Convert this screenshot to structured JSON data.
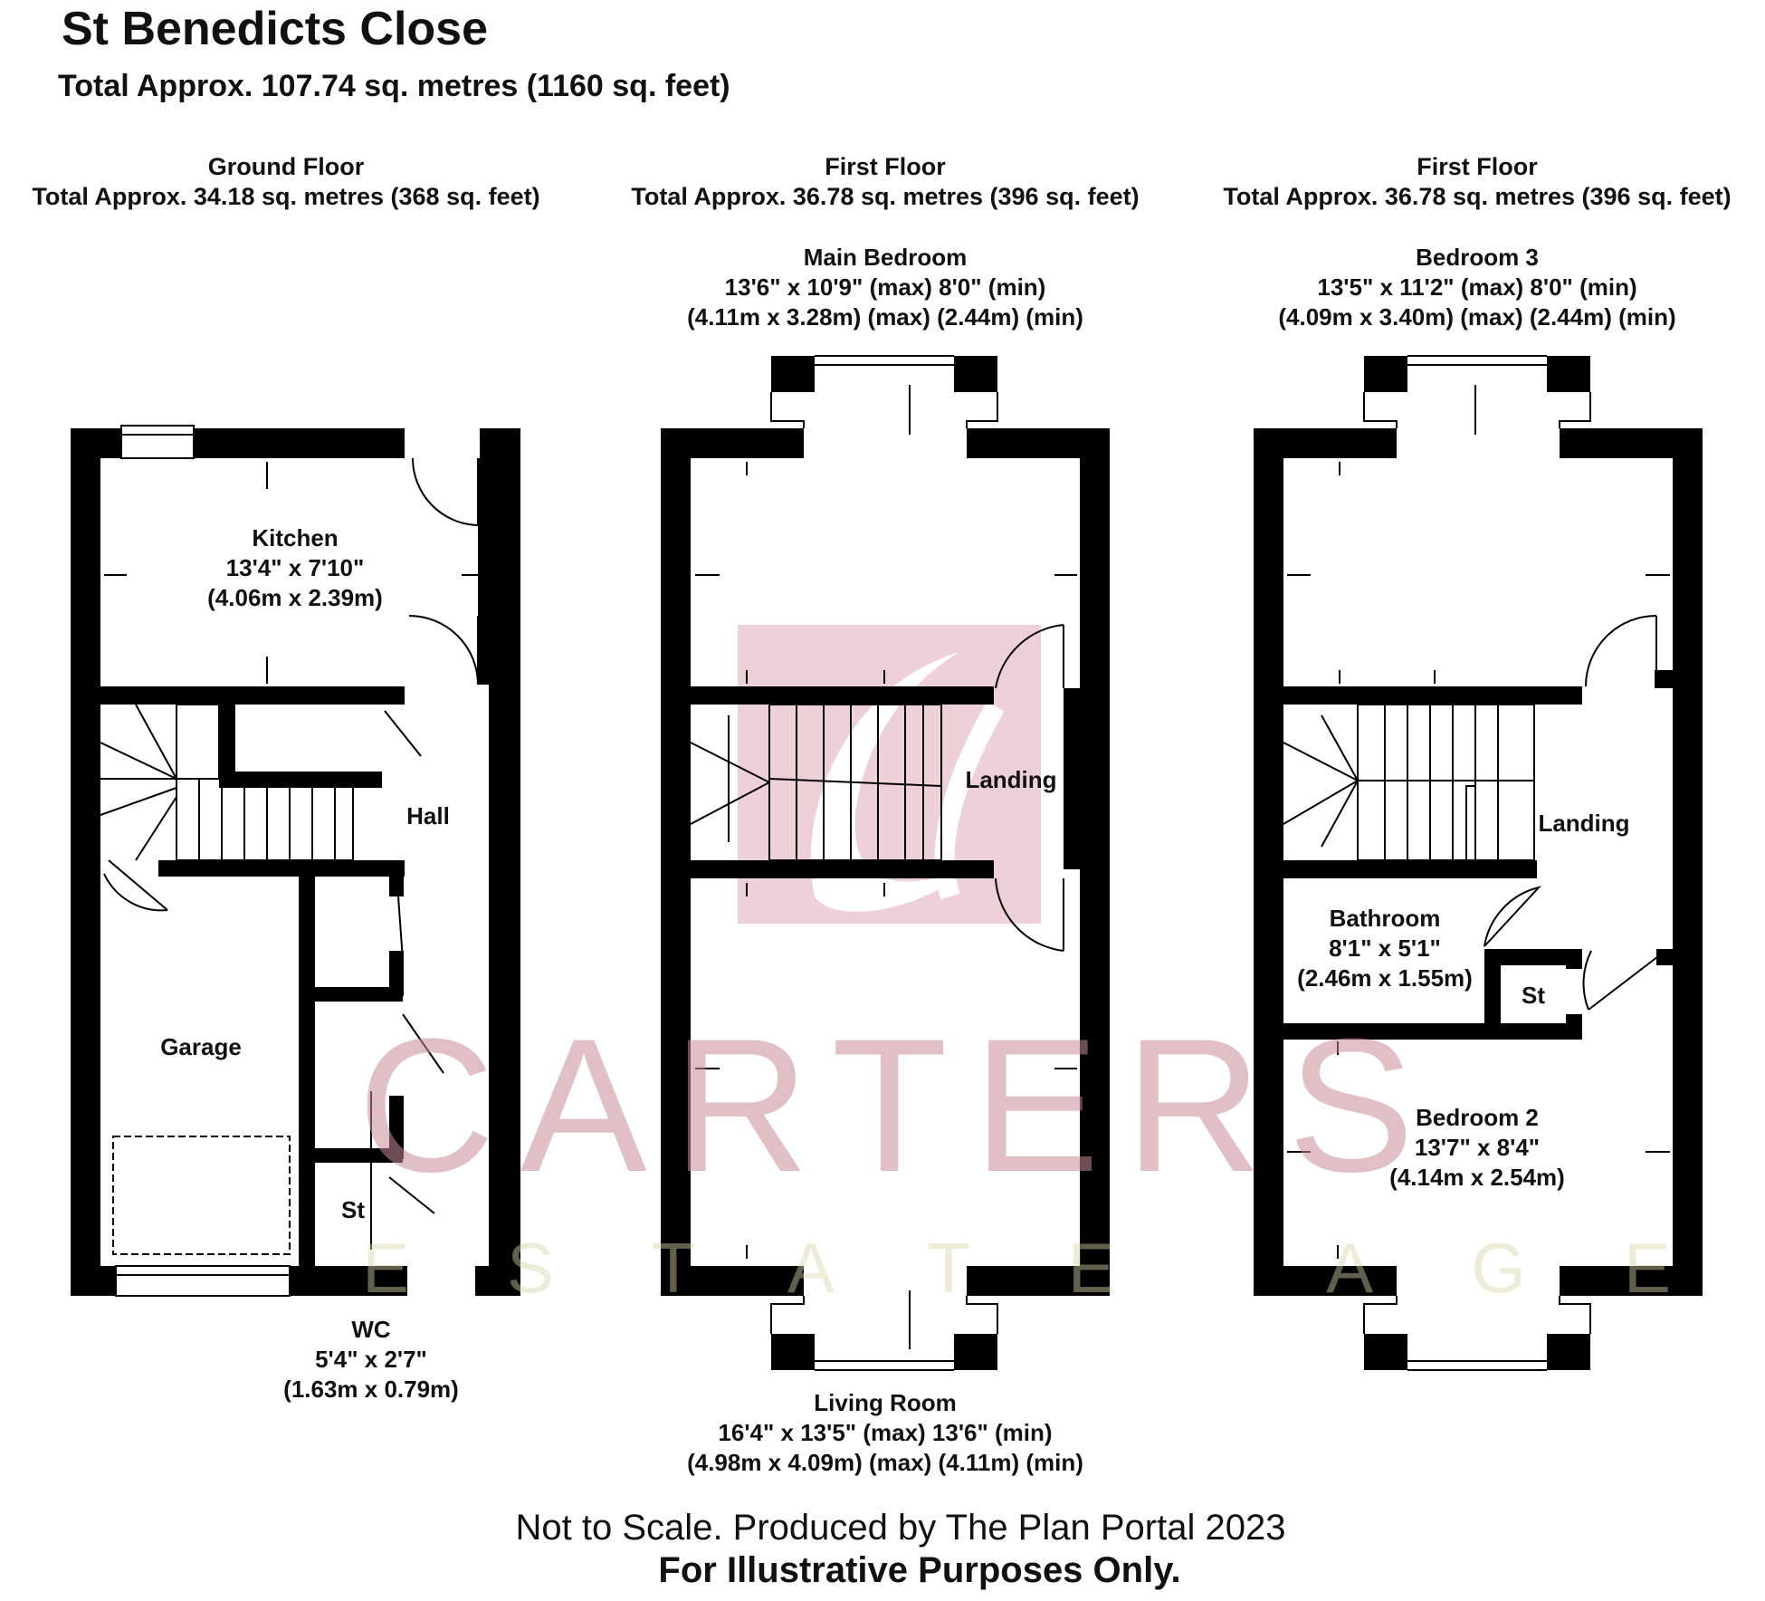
{
  "title": "St Benedicts Close",
  "total_area": "Total Approx. 107.74 sq. metres (1160 sq. feet)",
  "floors": [
    {
      "name": "Ground Floor",
      "area": "Total Approx. 34.18 sq. metres (368 sq. feet)"
    },
    {
      "name": "First Floor",
      "area": "Total Approx. 36.78 sq. metres (396 sq. feet)"
    },
    {
      "name": "First Floor",
      "area": "Total Approx. 36.78 sq. metres (396 sq. feet)"
    }
  ],
  "rooms": {
    "kitchen": {
      "name": "Kitchen",
      "imperial": "13'4\" x 7'10\"",
      "metric": "(4.06m x 2.39m)"
    },
    "hall": {
      "name": "Hall"
    },
    "garage": {
      "name": "Garage"
    },
    "store_ground": {
      "name": "St"
    },
    "wc": {
      "name": "WC",
      "imperial": "5'4\" x 2'7\"",
      "metric": "(1.63m x 0.79m)"
    },
    "main_bedroom": {
      "name": "Main Bedroom",
      "imperial": "13'6\" x 10'9\" (max) 8'0\" (min)",
      "metric": "(4.11m x 3.28m) (max) (2.44m) (min)"
    },
    "landing_1": {
      "name": "Landing"
    },
    "living_room": {
      "name": "Living Room",
      "imperial": "16'4\" x 13'5\" (max) 13'6\" (min)",
      "metric": "(4.98m x 4.09m) (max) (4.11m) (min)"
    },
    "bedroom_3": {
      "name": "Bedroom 3",
      "imperial": "13'5\" x 11'2\" (max) 8'0\" (min)",
      "metric": "(4.09m x 3.40m) (max) (2.44m) (min)"
    },
    "landing_2": {
      "name": "Landing"
    },
    "bathroom": {
      "name": "Bathroom",
      "imperial": "8'1\" x 5'1\"",
      "metric": "(2.46m x 1.55m)"
    },
    "store_first": {
      "name": "St"
    },
    "bedroom_2": {
      "name": "Bedroom 2",
      "imperial": "13'7\" x 8'4\"",
      "metric": "(4.14m x 2.54m)"
    }
  },
  "watermark": {
    "brand": "CARTERS",
    "tagline": "ESTATE AGENTS"
  },
  "footer": {
    "line1": "Not to Scale. Produced by The Plan Portal 2023",
    "line2": "For Illustrative Purposes Only."
  },
  "colors": {
    "wall": "#000000",
    "watermark": "#c78c96",
    "background": "#ffffff"
  }
}
